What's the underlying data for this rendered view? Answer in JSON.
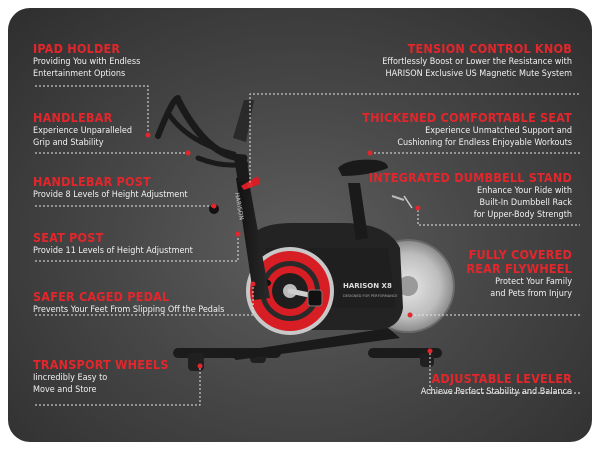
{
  "features_left": [
    {
      "title": "IPAD HOLDER",
      "desc": [
        "Providing You with Endless",
        "Entertainment Options"
      ]
    },
    {
      "title": "HANDLEBAR",
      "desc": [
        "Experience Unparalleled",
        "Grip and Stability"
      ]
    },
    {
      "title": "HANDLEBAR POST",
      "desc": [
        "Provide 8 Levels of Height Adjustment"
      ]
    },
    {
      "title": "SEAT POST",
      "desc": [
        "Provide 11 Levels of Height Adjustment"
      ]
    },
    {
      "title": "SAFER CAGED PEDAL",
      "desc": [
        "Prevents Your Feet From Slipping Off the Pedals"
      ]
    },
    {
      "title": "TRANSPORT WHEELS",
      "desc": [
        "Iincredibly Easy to",
        "Move and Store"
      ]
    }
  ],
  "features_right": [
    {
      "title": "TENSION CONTROL KNOB",
      "desc": [
        "Effortlessly Boost or Lower the Resistance with",
        "HARISON Exclusive US Magnetic Mute System"
      ]
    },
    {
      "title": "THICKENED COMFORTABLE SEAT",
      "desc": [
        "Experience Unmatched Support and",
        "Cushioning for Endless Enjoyable Workouts"
      ]
    },
    {
      "title": "INTEGRATED DUMBBELL STAND",
      "desc": [
        "Enhance Your Ride with",
        "Built-In Dumbbell Rack",
        "for Upper-Body Strength"
      ]
    },
    {
      "title": "FULLY COVERED REAR FLYWHEEL",
      "title_lines": [
        "FULLY COVERED",
        "REAR FLYWHEEL"
      ],
      "desc": [
        "Protect Your Family",
        "and Pets from Injury"
      ]
    },
    {
      "title": "ADJUSTABLE LEVELER",
      "desc": [
        "Achieve Perfect Stability and Balance"
      ]
    }
  ],
  "bike": {
    "brand_post": "HARISON",
    "brand_body": "HARISON X8",
    "brand_sub": "DESIGNED FOR PERFORMANCE"
  },
  "colors": {
    "accent": "#e3262b",
    "background": "#474747",
    "frame": "#1a1a1a"
  }
}
